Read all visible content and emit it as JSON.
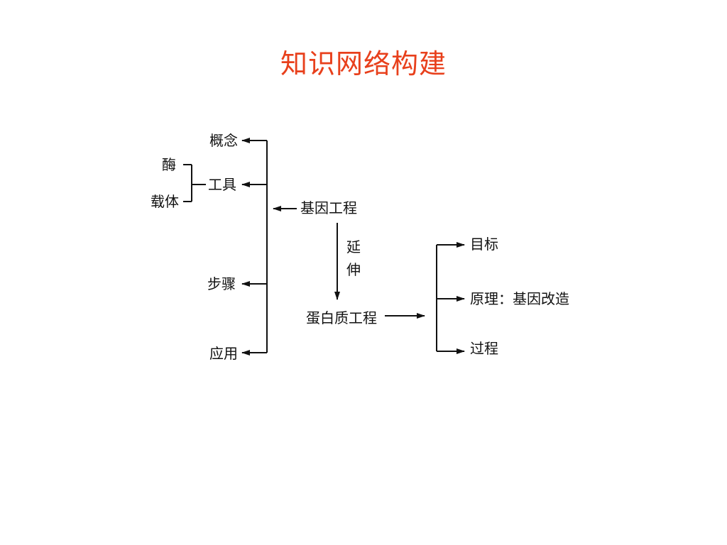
{
  "title": "知识网络构建",
  "accent_color": "#e8401c",
  "line_color": "#111111",
  "nodes": {
    "concept": "概念",
    "tools": "工具",
    "enzyme": "酶",
    "vector": "载体",
    "steps": "步骤",
    "application": "应用",
    "genetic_engineering": "基因工程",
    "extension_char_1": "延",
    "extension_char_2": "伸",
    "protein_engineering": "蛋白质工程",
    "goal": "目标",
    "principle": "原理：基因改造",
    "process": "过程"
  }
}
